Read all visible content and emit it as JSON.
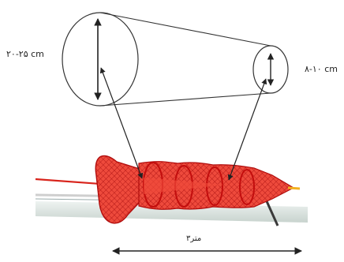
{
  "labels": {
    "wide_diameter": "۲۰-۲۵ cm",
    "narrow_diameter": "۸-۱۰ cm",
    "length": "۳متر"
  },
  "colors": {
    "net": "#e11a14",
    "net_dark": "#b00c0c",
    "line": "#222222",
    "pole": "#c9c9c9",
    "ground": "#d8e0dc"
  },
  "icons": {
    "net_trap": "fyke-net-illustration"
  }
}
